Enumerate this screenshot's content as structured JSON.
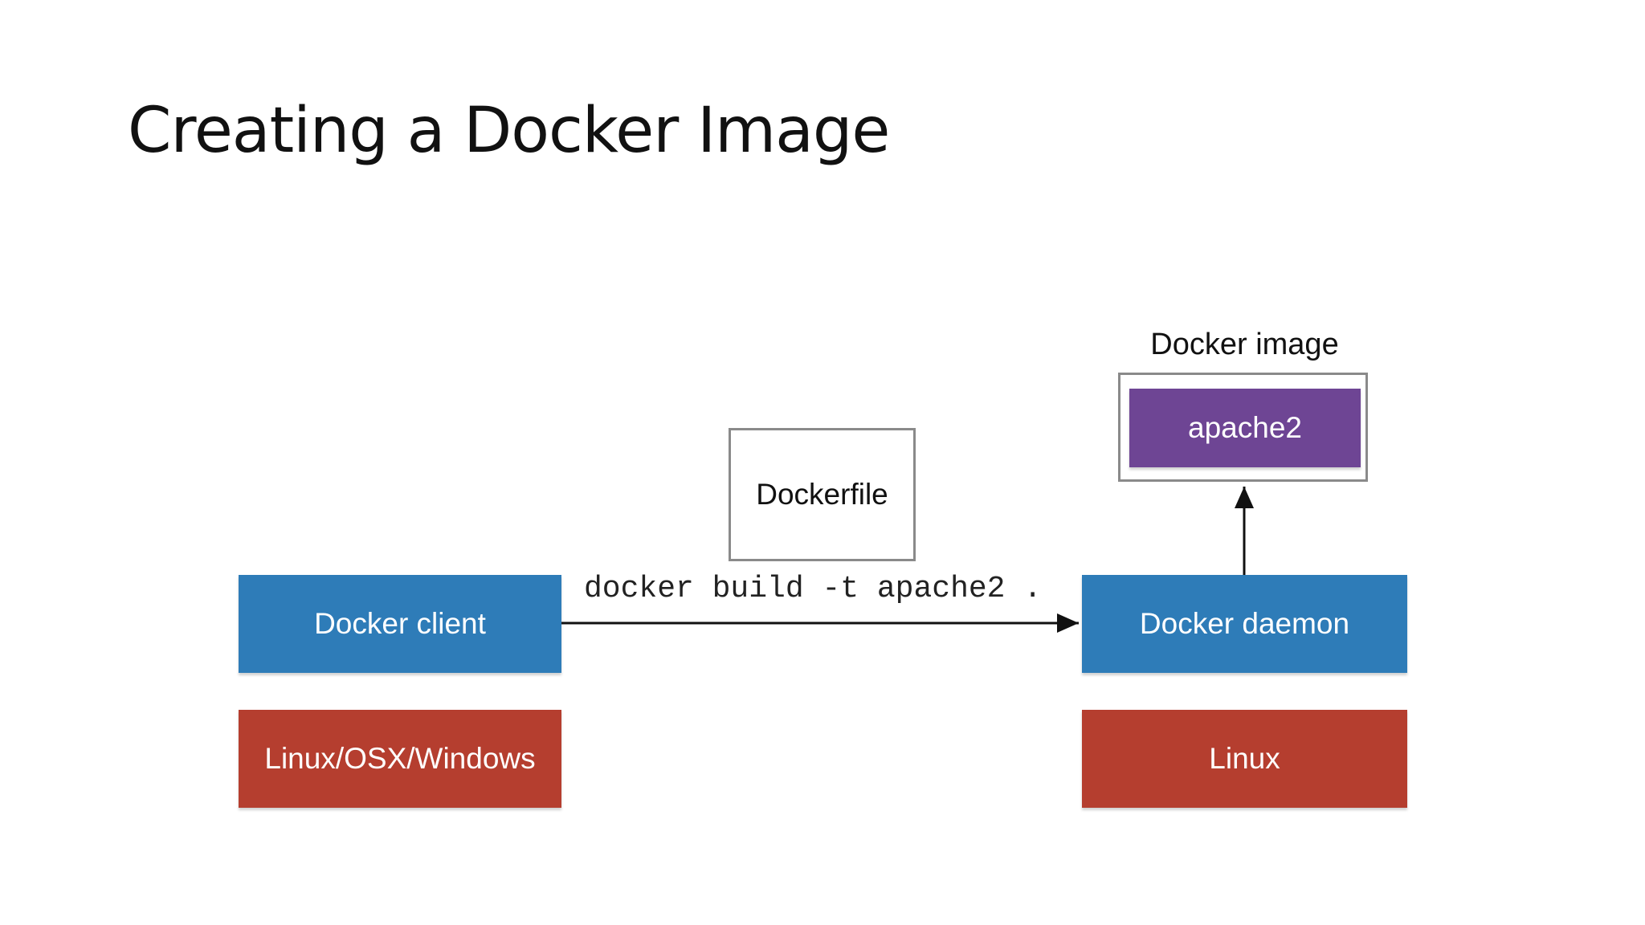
{
  "slide": {
    "title": "Creating a Docker Image"
  },
  "diagram": {
    "client": {
      "label": "Docker client",
      "os_label": "Linux/OSX/Windows"
    },
    "daemon": {
      "label": "Docker daemon",
      "os_label": "Linux"
    },
    "dockerfile": {
      "label": "Dockerfile"
    },
    "command": {
      "text": "docker build -t apache2 ."
    },
    "image": {
      "group_label": "Docker image",
      "name": "apache2"
    }
  },
  "colors": {
    "docker_blue": "#2e7cb8",
    "os_red": "#b53e2f",
    "image_purple": "#6e4594"
  }
}
